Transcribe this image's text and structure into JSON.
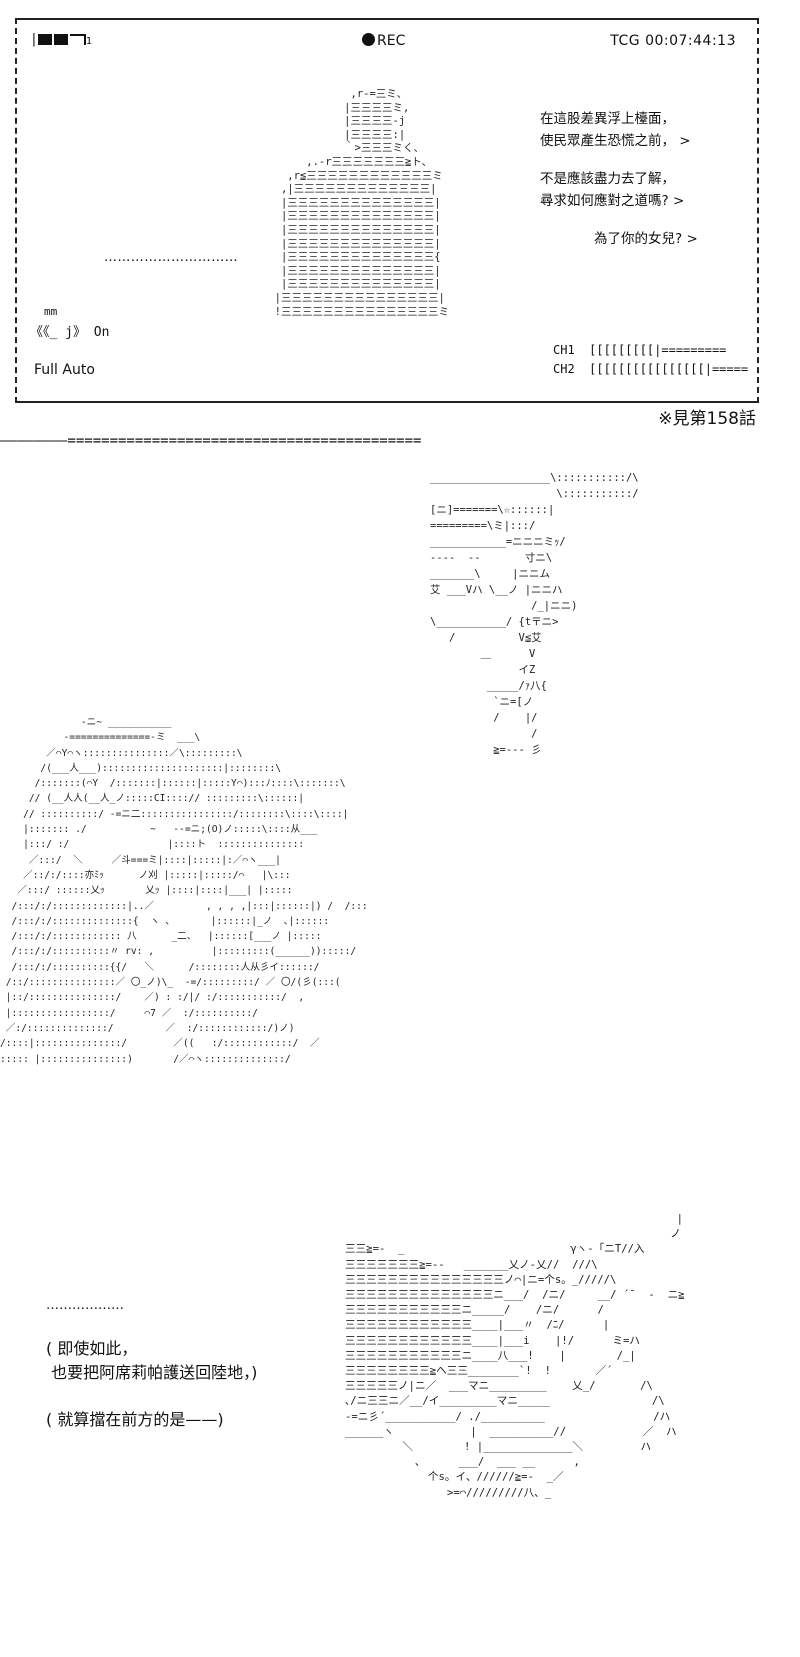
{
  "viewfinder": {
    "battery_tick": "1",
    "rec_label": "REC",
    "timecode": "TCG  00:07:44:13",
    "dialog_1": "在這股差異浮上檯面，\n使民眾產生恐慌之前， >",
    "dialog_2": "不是應該盡力去了解，\n尋求如何應對之道嗎? >",
    "dialog_3": "為了你的女兒? >",
    "ellipsis": "…………………………",
    "mm_label": "mm",
    "stabilizer": "《《_ j》 On",
    "mode": "Full Auto",
    "ch1": "CH1  [[[[[[[[[|=========",
    "ch2": "CH2  [[[[[[[[[[[[[[[[|====="
  },
  "footnote": "※見第158話",
  "separator": "————————==========================================",
  "ascii_art": {
    "man": "              ,r-=三ミ、\n             |三三三三ミ,\n             |三三三三-j\n             |三三三三:|\n             ｀>三三三ミく、\n       ,.-r三三三三三三三≧ト、\n    ,r≦三三三三三三三三三三三三ミ\n   ,|三三三三三三三三三三三三三|\n   |三三三三三三三三三三三三三三|\n   |三三三三三三三三三三三三三三|\n   |三三三三三三三三三三三三三三|\n   |三三三三三三三三三三三三三三|\n   |三三三三三三三三三三三三三三{\n   |三三三三三三三三三三三三三三|\n   |三三三三三三三三三三三三三三|\n  |三三三三三三三三三三三三三三三|\n  !三三三三三三三三三三三三三三三ミ",
    "hand": "___________________\\:::::::::::/\\\n                    \\:::::::::::/\n[ニ]=======\\☆::::::|\n=========\\ミ|:::/\n____________=ニニニミｯ/\n----  --       寸ニ\\\n_______\\     |ニニム\n艾 ___Vハ \\__ノ |ニニハ\n                /_|ニニ)\n\\___________/ {t〒ニ>\n   /          V≦艾\n        ＿      V\n              イZ\n         _____/ｧ八{\n          `ニ=[ノ\n          /    |/\n                /\n          ≧=--- 彡",
    "girl": "              -ニ~ ___________\n           -==============-ミ  ___\\\n        ／⌒Y⌒ヽ:::::::::::::::／\\:::::::::\\\n       /(___人___):::::::::::::::::::::|::::::::\\\n      /:::::::(⌒Y  /:::::::|::::::|:::::Y⌒):::ﾉ::::\\:::::::\\\n     // (__人人(__人_ノ:::::CI::::// :::::::::\\::::::|\n    // ::::::::::/ -=ニ二::::::::::::::::/::::::::\\::::\\::::|\n    |::::::: ./           ~   --=ニ;(O)ノ:::::\\::::从___\n    |:::/ :/                 |::::ト  :::::::::::::::\n     ／:::/  ＼     ／斗===ミ|::::|:::::|:／⌒ヽ___|\n    ／::/:/::::亦ﾐｯ      ノ刈 |:::::|:::::/⌒   |\\:::\n   ／:::/ ::::::乂ｯ       乂ｯ |::::|::::|___| |:::::\n  /:::/:/:::::::::::::|..／         , , , ,|:::|::::::|) /  /:::\n  /:::/:/::::::::::::::{  ヽ ､       |::::::|_ノ  ､|::::::\n  /:::/:/:::::::::::: 八      _二、  |::::::[___ノ |:::::\n  /:::/:/::::::::::〃 rv: ,          |:::::::::(______)):::::/\n  /:::/:/::::::::::{{/   ＼      /::::::::人从彡イ::::::/\n /::/:::::::::::::::／ 〇_ノ)\\_  -=/:::::::::/ ／ 〇/(彡(:::(\n |::/:::::::::::::::/    ／) : :/|/ :/:::::::::::/  ,\n |:::::::::::::::::/     ⌒7 ／  :/::::::::::/\n ／:/::::::::::::::/         ／  :/::::::::::::/)ノ)\n/::::|:::::::::::::::/        ／((   :/::::::::::::/  ／\n::::: |:::::::::::::::)       /／⌒ヽ::::::::::::::/",
    "bottom": "                                                    |\n                                                   ノ\n三三≧=-  _                          γヽ-「ニT//入\n三三三三三三三≧=--   _______乂ノ-乂//  ///\\\n三三三三三三三三三三三三三三三ノ⌒|ニ=个s。_/////\\\n三三三三三三三三三三三三三三ニ___/  /ニ/     __/ ´¯  -  ニ≧\n三三三三三三三三三三三ニ_____/    /ニ/      /\n三三三三三三三三三三三三____|___〃  /ﾆ/      |\n三三三三三三三三三三三三____|___i    |!/      ミ=ハ\n三三三三三三三三三三三ニ____八___!    |        /_|\n三三三三三三三三≧ヘ三三________`!  !       ／´\n三三三三三ノ|ニ／  ___マニ_________    乂_/       /\\\n､/ニ三三ニ／__/イ_________マニ_____                /\\\n-=ニ彡´___________/ ./__________                 /ハ\n______ヽ            |  __________//            ／  ハ\n         ＼        ! |______________＼         ハ\n           ､      ___/  ___ __      ,\n             个s。イ、//////≧=-  _／\n                >=⌒/////////八、_"
  },
  "narration": {
    "ellipsis": "………………",
    "line_1": "( 即使如此，\n 也要把阿席莉帕護送回陸地，)",
    "line_2": "( 就算擋在前方的是——)"
  }
}
